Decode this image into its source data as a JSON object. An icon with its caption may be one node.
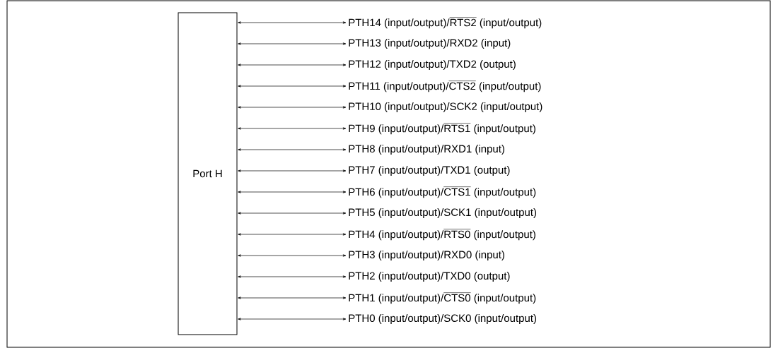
{
  "diagram": {
    "nodes": [
      {
        "text": [
          "Port H"
        ]
      },
      {
        "text": [
          "PTH14 (input/output)/",
          "\\overline{\\text{RTS2}}",
          " (input/output)"
        ]
      },
      {
        "text": [
          "PTH13 (input/output)/RXD2 (input)"
        ]
      },
      {
        "text": [
          "PTH12 (input/output)/TXD2 (output)"
        ]
      },
      {
        "text": [
          "PTH11 (input/output)/",
          "\\overline{\\text{CTS2}}",
          " (input/output)"
        ]
      },
      {
        "text": [
          "PTH10 (input/output)/SCK2 (input/output)"
        ]
      },
      {
        "text": [
          "PTH9 (input/output)/",
          "\\overline{\\text{RTS1}}",
          " (input/output)"
        ]
      },
      {
        "text": [
          "PTH8 (input/output)/RXD1 (input)"
        ]
      },
      {
        "text": [
          "PTH7 (input/output)/TXD1 (output)"
        ]
      },
      {
        "text": [
          "PTH6 (input/output)/",
          "\\overline{\\text{CTS1}}",
          " (input/output)"
        ]
      },
      {
        "text": [
          "PTH5 (input/output)/SCK1 (input/output)"
        ]
      },
      {
        "text": [
          "PTH4 (input/output)/",
          "\\overline{\\text{RTS0}}",
          " (input/output)"
        ]
      },
      {
        "text": [
          "PTH3 (input/output)/RXD0 (input)"
        ]
      },
      {
        "text": [
          "PTH2 (input/output)/TXD0 (output)"
        ]
      },
      {
        "text": [
          "PTH1 (input/output)/",
          "\\overline{\\text{CTS0}}",
          " (input/output)"
        ]
      },
      {
        "text": [
          "PTH0 (input/output)/SCK0 (input/output)"
        ]
      }
    ],
    "edges": [
      {
        "from": 0,
        "to": 1,
        "arrow": "both"
      },
      {
        "from": 0,
        "to": 2,
        "arrow": "both"
      },
      {
        "from": 0,
        "to": 3,
        "arrow": "both"
      },
      {
        "from": 0,
        "to": 4,
        "arrow": "both"
      },
      {
        "from": 0,
        "to": 5,
        "arrow": "both"
      },
      {
        "from": 0,
        "to": 6,
        "arrow": "both"
      },
      {
        "from": 0,
        "to": 7,
        "arrow": "both"
      },
      {
        "from": 0,
        "to": 8,
        "arrow": "both"
      },
      {
        "from": 0,
        "to": 9,
        "arrow": "both"
      },
      {
        "from": 0,
        "to": 10,
        "arrow": "both"
      },
      {
        "from": 0,
        "to": 11,
        "arrow": "both"
      },
      {
        "from": 0,
        "to": 12,
        "arrow": "both"
      },
      {
        "from": 0,
        "to": 13,
        "arrow": "both"
      },
      {
        "from": 0,
        "to": 14,
        "arrow": "both"
      },
      {
        "from": 0,
        "to": 15,
        "arrow": "both"
      }
    ]
  }
}
